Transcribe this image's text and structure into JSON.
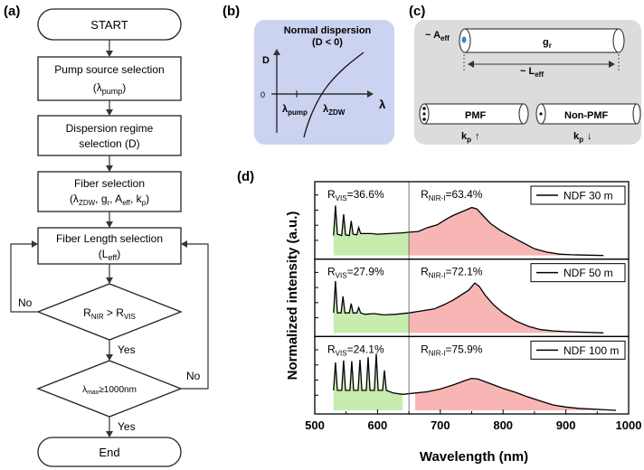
{
  "panel_labels": {
    "a": "(a)",
    "b": "(b)",
    "c": "(c)",
    "d": "(d)"
  },
  "flowchart": {
    "start": "START",
    "step1": {
      "label": "Pump source selection",
      "sub_main": "(λ",
      "sub_idx": "pump",
      "sub_end": ")"
    },
    "step2": {
      "line1": "Dispersion regime",
      "line2": "selection (D)"
    },
    "step3": {
      "label": "Fiber selection",
      "p1": "(λ",
      "p1_idx": "ZDW",
      "p2": ", g",
      "p2_idx": "r",
      "p3": ", A",
      "p3_idx": "eff",
      "p4": ", k",
      "p4_idx": "p",
      "p5": ")"
    },
    "step4": {
      "label": "Fiber Length selection",
      "sub_main": "(L",
      "sub_idx": "eff",
      "sub_end": ")"
    },
    "decision1": {
      "lhs": "R",
      "lhs_idx": "NIR",
      "op": " > R",
      "rhs_idx": "VIS"
    },
    "decision2": {
      "pre": "λ",
      "idx": "max",
      "rest": "≥1000nm"
    },
    "yes": "Yes",
    "no": "No",
    "end": "End"
  },
  "panel_b": {
    "title": "Normal dispersion",
    "subtitle": "(D < 0)",
    "y_axis": "D",
    "zero": "0",
    "x_axis": "λ",
    "lambda_pump": "λ",
    "lambda_pump_idx": "pump",
    "lambda_zdw": "λ",
    "lambda_zdw_idx": "ZDW"
  },
  "panel_c": {
    "aeff": "~ A",
    "aeff_idx": "eff",
    "gr": "g",
    "gr_idx": "r",
    "leff": "~ L",
    "leff_idx": "eff",
    "pmf": "PMF",
    "nonpmf": "Non-PMF",
    "kp": "k",
    "kp_idx": "p",
    "up_arrow": "↑",
    "down_arrow": "↓"
  },
  "chart_data": {
    "type": "area",
    "xlabel": "Wavelength (nm)",
    "ylabel": "Normalized intensity (a.u.)",
    "xlim": [
      500,
      1000
    ],
    "xticks": [
      500,
      600,
      700,
      800,
      900,
      1000
    ],
    "divider_nm": 650,
    "vis_color": "#c6ecae",
    "nir_color": "#f7b6b4",
    "series": [
      {
        "name": "NDF 30 m",
        "r_vis": "36.6%",
        "r_nir": "63.4%",
        "points": [
          [
            530,
            0.3
          ],
          [
            533,
            0.75
          ],
          [
            536,
            0.32
          ],
          [
            543,
            0.3
          ],
          [
            546,
            0.62
          ],
          [
            549,
            0.31
          ],
          [
            555,
            0.3
          ],
          [
            558,
            0.52
          ],
          [
            561,
            0.32
          ],
          [
            567,
            0.31
          ],
          [
            570,
            0.42
          ],
          [
            573,
            0.33
          ],
          [
            580,
            0.33
          ],
          [
            590,
            0.33
          ],
          [
            600,
            0.32
          ],
          [
            620,
            0.33
          ],
          [
            640,
            0.34
          ],
          [
            650,
            0.35
          ],
          [
            665,
            0.36
          ],
          [
            680,
            0.42
          ],
          [
            695,
            0.46
          ],
          [
            705,
            0.52
          ],
          [
            712,
            0.56
          ],
          [
            720,
            0.6
          ],
          [
            730,
            0.64
          ],
          [
            740,
            0.68
          ],
          [
            750,
            0.72
          ],
          [
            758,
            0.7
          ],
          [
            768,
            0.6
          ],
          [
            780,
            0.48
          ],
          [
            795,
            0.38
          ],
          [
            810,
            0.3
          ],
          [
            830,
            0.2
          ],
          [
            850,
            0.1
          ],
          [
            870,
            0.05
          ],
          [
            890,
            0.02
          ],
          [
            910,
            0.01
          ],
          [
            960,
            0.0
          ]
        ]
      },
      {
        "name": "NDF 50 m",
        "r_vis": "27.9%",
        "r_nir": "72.1%",
        "points": [
          [
            530,
            0.3
          ],
          [
            533,
            0.78
          ],
          [
            536,
            0.3
          ],
          [
            542,
            0.3
          ],
          [
            545,
            0.55
          ],
          [
            548,
            0.3
          ],
          [
            555,
            0.3
          ],
          [
            558,
            0.44
          ],
          [
            561,
            0.3
          ],
          [
            567,
            0.3
          ],
          [
            570,
            0.38
          ],
          [
            573,
            0.3
          ],
          [
            580,
            0.28
          ],
          [
            595,
            0.29
          ],
          [
            610,
            0.27
          ],
          [
            630,
            0.28
          ],
          [
            650,
            0.3
          ],
          [
            670,
            0.33
          ],
          [
            690,
            0.36
          ],
          [
            705,
            0.42
          ],
          [
            720,
            0.49
          ],
          [
            735,
            0.58
          ],
          [
            745,
            0.64
          ],
          [
            755,
            0.75
          ],
          [
            762,
            0.7
          ],
          [
            772,
            0.56
          ],
          [
            785,
            0.42
          ],
          [
            800,
            0.3
          ],
          [
            820,
            0.18
          ],
          [
            840,
            0.1
          ],
          [
            860,
            0.05
          ],
          [
            880,
            0.03
          ],
          [
            900,
            0.02
          ],
          [
            960,
            0.0
          ]
        ]
      },
      {
        "name": "NDF 100 m",
        "r_vis": "24.1%",
        "r_nir": "75.9%",
        "points": [
          [
            530,
            0.3
          ],
          [
            533,
            0.72
          ],
          [
            536,
            0.3
          ],
          [
            543,
            0.3
          ],
          [
            546,
            0.75
          ],
          [
            549,
            0.3
          ],
          [
            556,
            0.3
          ],
          [
            559,
            0.74
          ],
          [
            562,
            0.3
          ],
          [
            569,
            0.3
          ],
          [
            572,
            0.76
          ],
          [
            575,
            0.3
          ],
          [
            582,
            0.3
          ],
          [
            585,
            0.8
          ],
          [
            588,
            0.3
          ],
          [
            595,
            0.3
          ],
          [
            598,
            0.85
          ],
          [
            601,
            0.3
          ],
          [
            608,
            0.3
          ],
          [
            611,
            0.6
          ],
          [
            614,
            0.3
          ],
          [
            625,
            0.26
          ],
          [
            640,
            0.24
          ],
          [
            660,
            0.26
          ],
          [
            680,
            0.28
          ],
          [
            700,
            0.32
          ],
          [
            720,
            0.38
          ],
          [
            740,
            0.45
          ],
          [
            750,
            0.48
          ],
          [
            760,
            0.47
          ],
          [
            780,
            0.4
          ],
          [
            800,
            0.33
          ],
          [
            820,
            0.27
          ],
          [
            840,
            0.2
          ],
          [
            860,
            0.14
          ],
          [
            880,
            0.08
          ],
          [
            900,
            0.05
          ],
          [
            920,
            0.03
          ],
          [
            940,
            0.02
          ],
          [
            980,
            0.0
          ]
        ]
      }
    ]
  }
}
